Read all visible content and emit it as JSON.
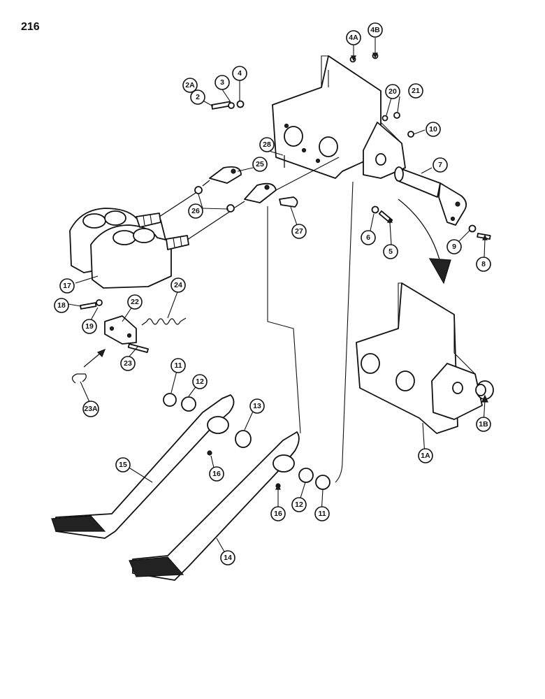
{
  "page": {
    "number": "216"
  },
  "callouts": {
    "c2A": "2A",
    "c2": "2",
    "c3": "3",
    "c4": "4",
    "c4A": "4A",
    "c4B": "4B",
    "c20": "20",
    "c21": "21",
    "c10": "10",
    "c7": "7",
    "c28": "28",
    "c25": "25",
    "c26": "26",
    "c27": "27",
    "c6": "6",
    "c5": "5",
    "c9": "9",
    "c8": "8",
    "c17": "17",
    "c18": "18",
    "c19": "19",
    "c22": "22",
    "c24": "24",
    "c23": "23",
    "c23A": "23A",
    "c11a": "11",
    "c12a": "12",
    "c13": "13",
    "c15": "15",
    "c16a": "16",
    "c16b": "16",
    "c12b": "12",
    "c11b": "11",
    "c14": "14",
    "c1A": "1A",
    "c1B": "1B"
  }
}
